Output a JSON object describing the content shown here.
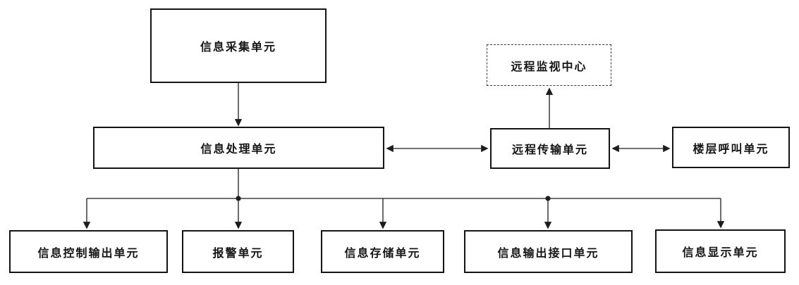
{
  "diagram": {
    "background_color": "#ffffff",
    "line_color": "#1c1c1c",
    "box_border_color": "#141414",
    "nodes": {
      "collection": {
        "label": "信息采集单元",
        "border": "solid"
      },
      "remote_center": {
        "label": "远程监视中心",
        "border": "dashed"
      },
      "processing": {
        "label": "信息处理单元",
        "border": "solid"
      },
      "transmission": {
        "label": "远程传输单元",
        "border": "solid"
      },
      "floor_call": {
        "label": "楼层呼叫单元",
        "border": "solid"
      },
      "control_output": {
        "label": "信息控制输出单元",
        "border": "solid"
      },
      "alarm": {
        "label": "报警单元",
        "border": "solid"
      },
      "storage": {
        "label": "信息存储单元",
        "border": "solid"
      },
      "output_interface": {
        "label": "信息输出接口单元",
        "border": "solid"
      },
      "display": {
        "label": "信息显示单元",
        "border": "solid"
      }
    },
    "edges": [
      {
        "from": "信息采集单元",
        "to": "信息处理单元",
        "type": "arrow"
      },
      {
        "from": "信息处理单元",
        "to": "远程传输单元",
        "type": "double-arrow"
      },
      {
        "from": "远程传输单元",
        "to": "远程监视中心",
        "type": "arrow"
      },
      {
        "from": "远程传输单元",
        "to": "楼层呼叫单元",
        "type": "double-arrow"
      },
      {
        "from": "信息处理单元",
        "to": "信息控制输出单元",
        "type": "arrow"
      },
      {
        "from": "信息处理单元",
        "to": "报警单元",
        "type": "arrow"
      },
      {
        "from": "信息处理单元",
        "to": "信息存储单元",
        "type": "arrow"
      },
      {
        "from": "信息处理单元",
        "to": "信息输出接口单元",
        "type": "arrow"
      },
      {
        "from": "信息处理单元",
        "to": "信息显示单元",
        "type": "arrow"
      }
    ]
  }
}
